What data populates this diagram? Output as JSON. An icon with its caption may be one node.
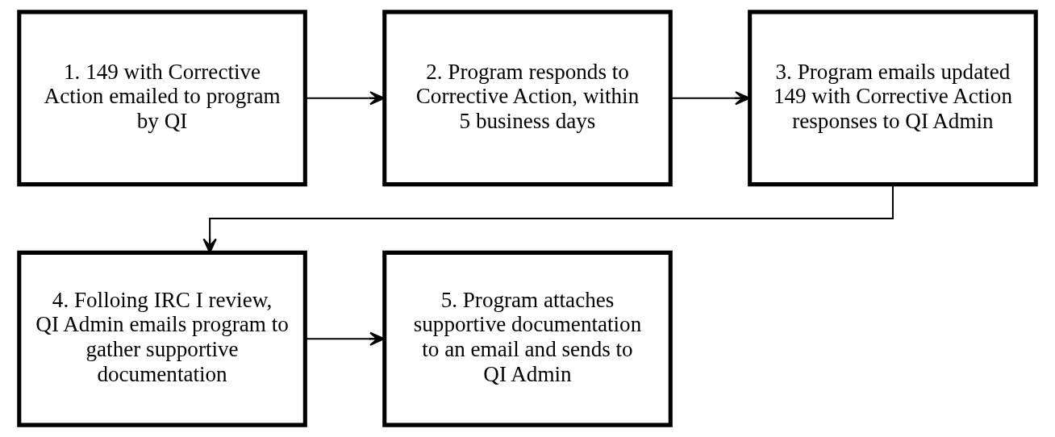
{
  "diagram": {
    "nodes": [
      {
        "text": [
          "1. 149 with Corrective Action emailed to program by QI"
        ]
      },
      {
        "text": [
          "2. Program responds to Corrective Action, within 5 business days"
        ]
      },
      {
        "text": [
          "3. Program emails updated 149 with Corrective Action responses to QI Admin"
        ]
      },
      {
        "text": [
          "4. Folloing IRC I review, QI Admin emails program to gather supportive documentation"
        ]
      },
      {
        "text": [
          "5. Program attaches supportive documentation to an email and sends to QI Admin"
        ]
      }
    ],
    "edges": [
      {
        "from": 0,
        "to": 1,
        "arrow": "to"
      },
      {
        "from": 1,
        "to": 2,
        "arrow": "to"
      },
      {
        "from": 2,
        "to": 3,
        "arrow": "to"
      },
      {
        "from": 3,
        "to": 4,
        "arrow": "to"
      }
    ]
  }
}
